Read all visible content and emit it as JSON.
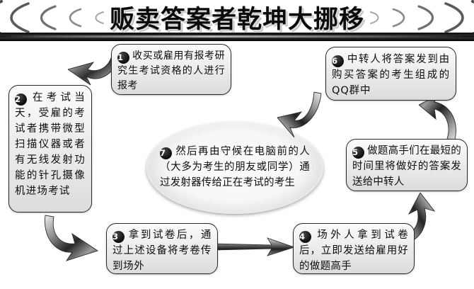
{
  "header": {
    "title": "贩卖答案者乾坤大挪移",
    "wave_left_name": "signal-waves-left",
    "wave_right_name": "signal-waves-right"
  },
  "steps": [
    {
      "number": "1",
      "text": "收买或雇用有报考研究生考试资格的人进行报考"
    },
    {
      "number": "2",
      "text": "在考试当天，受雇的考试者携带微型扫描仪器或者有无线发射功能的针孔摄像机进场考试"
    },
    {
      "number": "3",
      "text": "拿到试卷后，通过上述设备将考卷传到场外"
    },
    {
      "number": "4",
      "text": "场外人拿到试卷后，立即发送给雇用好的做题高手"
    },
    {
      "number": "5",
      "text": "做题高手们在最短的时间里将做好的答案发送给中转人"
    },
    {
      "number": "6",
      "text": "中转人将答案发到由购买答案的考生组成的QQ群中"
    },
    {
      "number": "7",
      "text": "然后再由守候在电脑前的人（大多为考生的朋友或同学）通过发射器传给正在考试的考生"
    }
  ],
  "arrows": [
    {
      "name": "arrow-step1-to-step2",
      "direction": "curve-down-left"
    },
    {
      "name": "arrow-step2-to-step3",
      "direction": "curve-down-right"
    },
    {
      "name": "arrow-step3-to-step4",
      "direction": "straight-right"
    },
    {
      "name": "arrow-step4-to-step5",
      "direction": "curve-up-right"
    },
    {
      "name": "arrow-step5-to-step6",
      "direction": "curve-up-left"
    },
    {
      "name": "arrow-step6-to-step7",
      "direction": "curve-down-left"
    }
  ],
  "colors": {
    "background": "#ffffff",
    "title_text": "#0a0a0a",
    "box_border": "#2a2a2a",
    "box_fill": "#efefef",
    "badge_fill": "#000000",
    "badge_text": "#ffffff",
    "arrow_dark": "#3a3a3a",
    "arrow_light": "#e8e8e8"
  }
}
